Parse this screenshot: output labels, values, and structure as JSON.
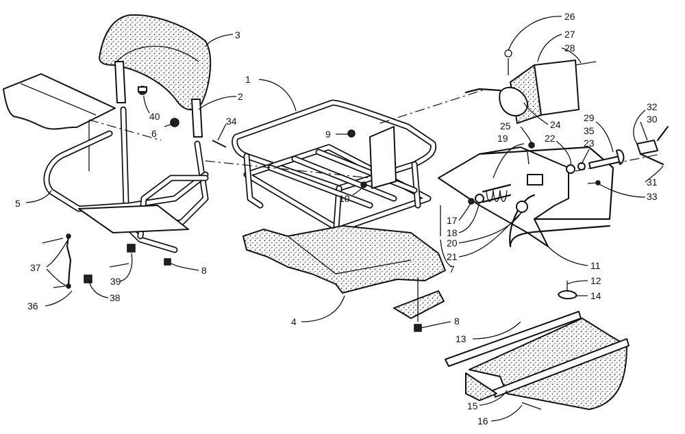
{
  "diagram": {
    "callouts": [
      {
        "id": "c1",
        "text": "1"
      },
      {
        "id": "c2",
        "text": "2"
      },
      {
        "id": "c3",
        "text": "3"
      },
      {
        "id": "c4",
        "text": "4"
      },
      {
        "id": "c5",
        "text": "5"
      },
      {
        "id": "c6",
        "text": "6"
      },
      {
        "id": "c7",
        "text": "7"
      },
      {
        "id": "c8a",
        "text": "8"
      },
      {
        "id": "c8b",
        "text": "8"
      },
      {
        "id": "c9",
        "text": "9"
      },
      {
        "id": "c10",
        "text": "10"
      },
      {
        "id": "c11",
        "text": "11"
      },
      {
        "id": "c12",
        "text": "12"
      },
      {
        "id": "c13",
        "text": "13"
      },
      {
        "id": "c14",
        "text": "14"
      },
      {
        "id": "c15",
        "text": "15"
      },
      {
        "id": "c16",
        "text": "16"
      },
      {
        "id": "c17",
        "text": "17"
      },
      {
        "id": "c18",
        "text": "18"
      },
      {
        "id": "c19",
        "text": "19"
      },
      {
        "id": "c20",
        "text": "20"
      },
      {
        "id": "c21",
        "text": "21"
      },
      {
        "id": "c22",
        "text": "22"
      },
      {
        "id": "c23",
        "text": "23"
      },
      {
        "id": "c24",
        "text": "24"
      },
      {
        "id": "c25",
        "text": "25"
      },
      {
        "id": "c26",
        "text": "26"
      },
      {
        "id": "c27",
        "text": "27"
      },
      {
        "id": "c28",
        "text": "28"
      },
      {
        "id": "c29",
        "text": "29"
      },
      {
        "id": "c30",
        "text": "30"
      },
      {
        "id": "c31",
        "text": "31"
      },
      {
        "id": "c32",
        "text": "32"
      },
      {
        "id": "c33",
        "text": "33"
      },
      {
        "id": "c34",
        "text": "34"
      },
      {
        "id": "c35",
        "text": "35"
      },
      {
        "id": "c36",
        "text": "36"
      },
      {
        "id": "c37",
        "text": "37"
      },
      {
        "id": "c38",
        "text": "38"
      },
      {
        "id": "c39",
        "text": "39"
      },
      {
        "id": "c40",
        "text": "40"
      }
    ]
  }
}
